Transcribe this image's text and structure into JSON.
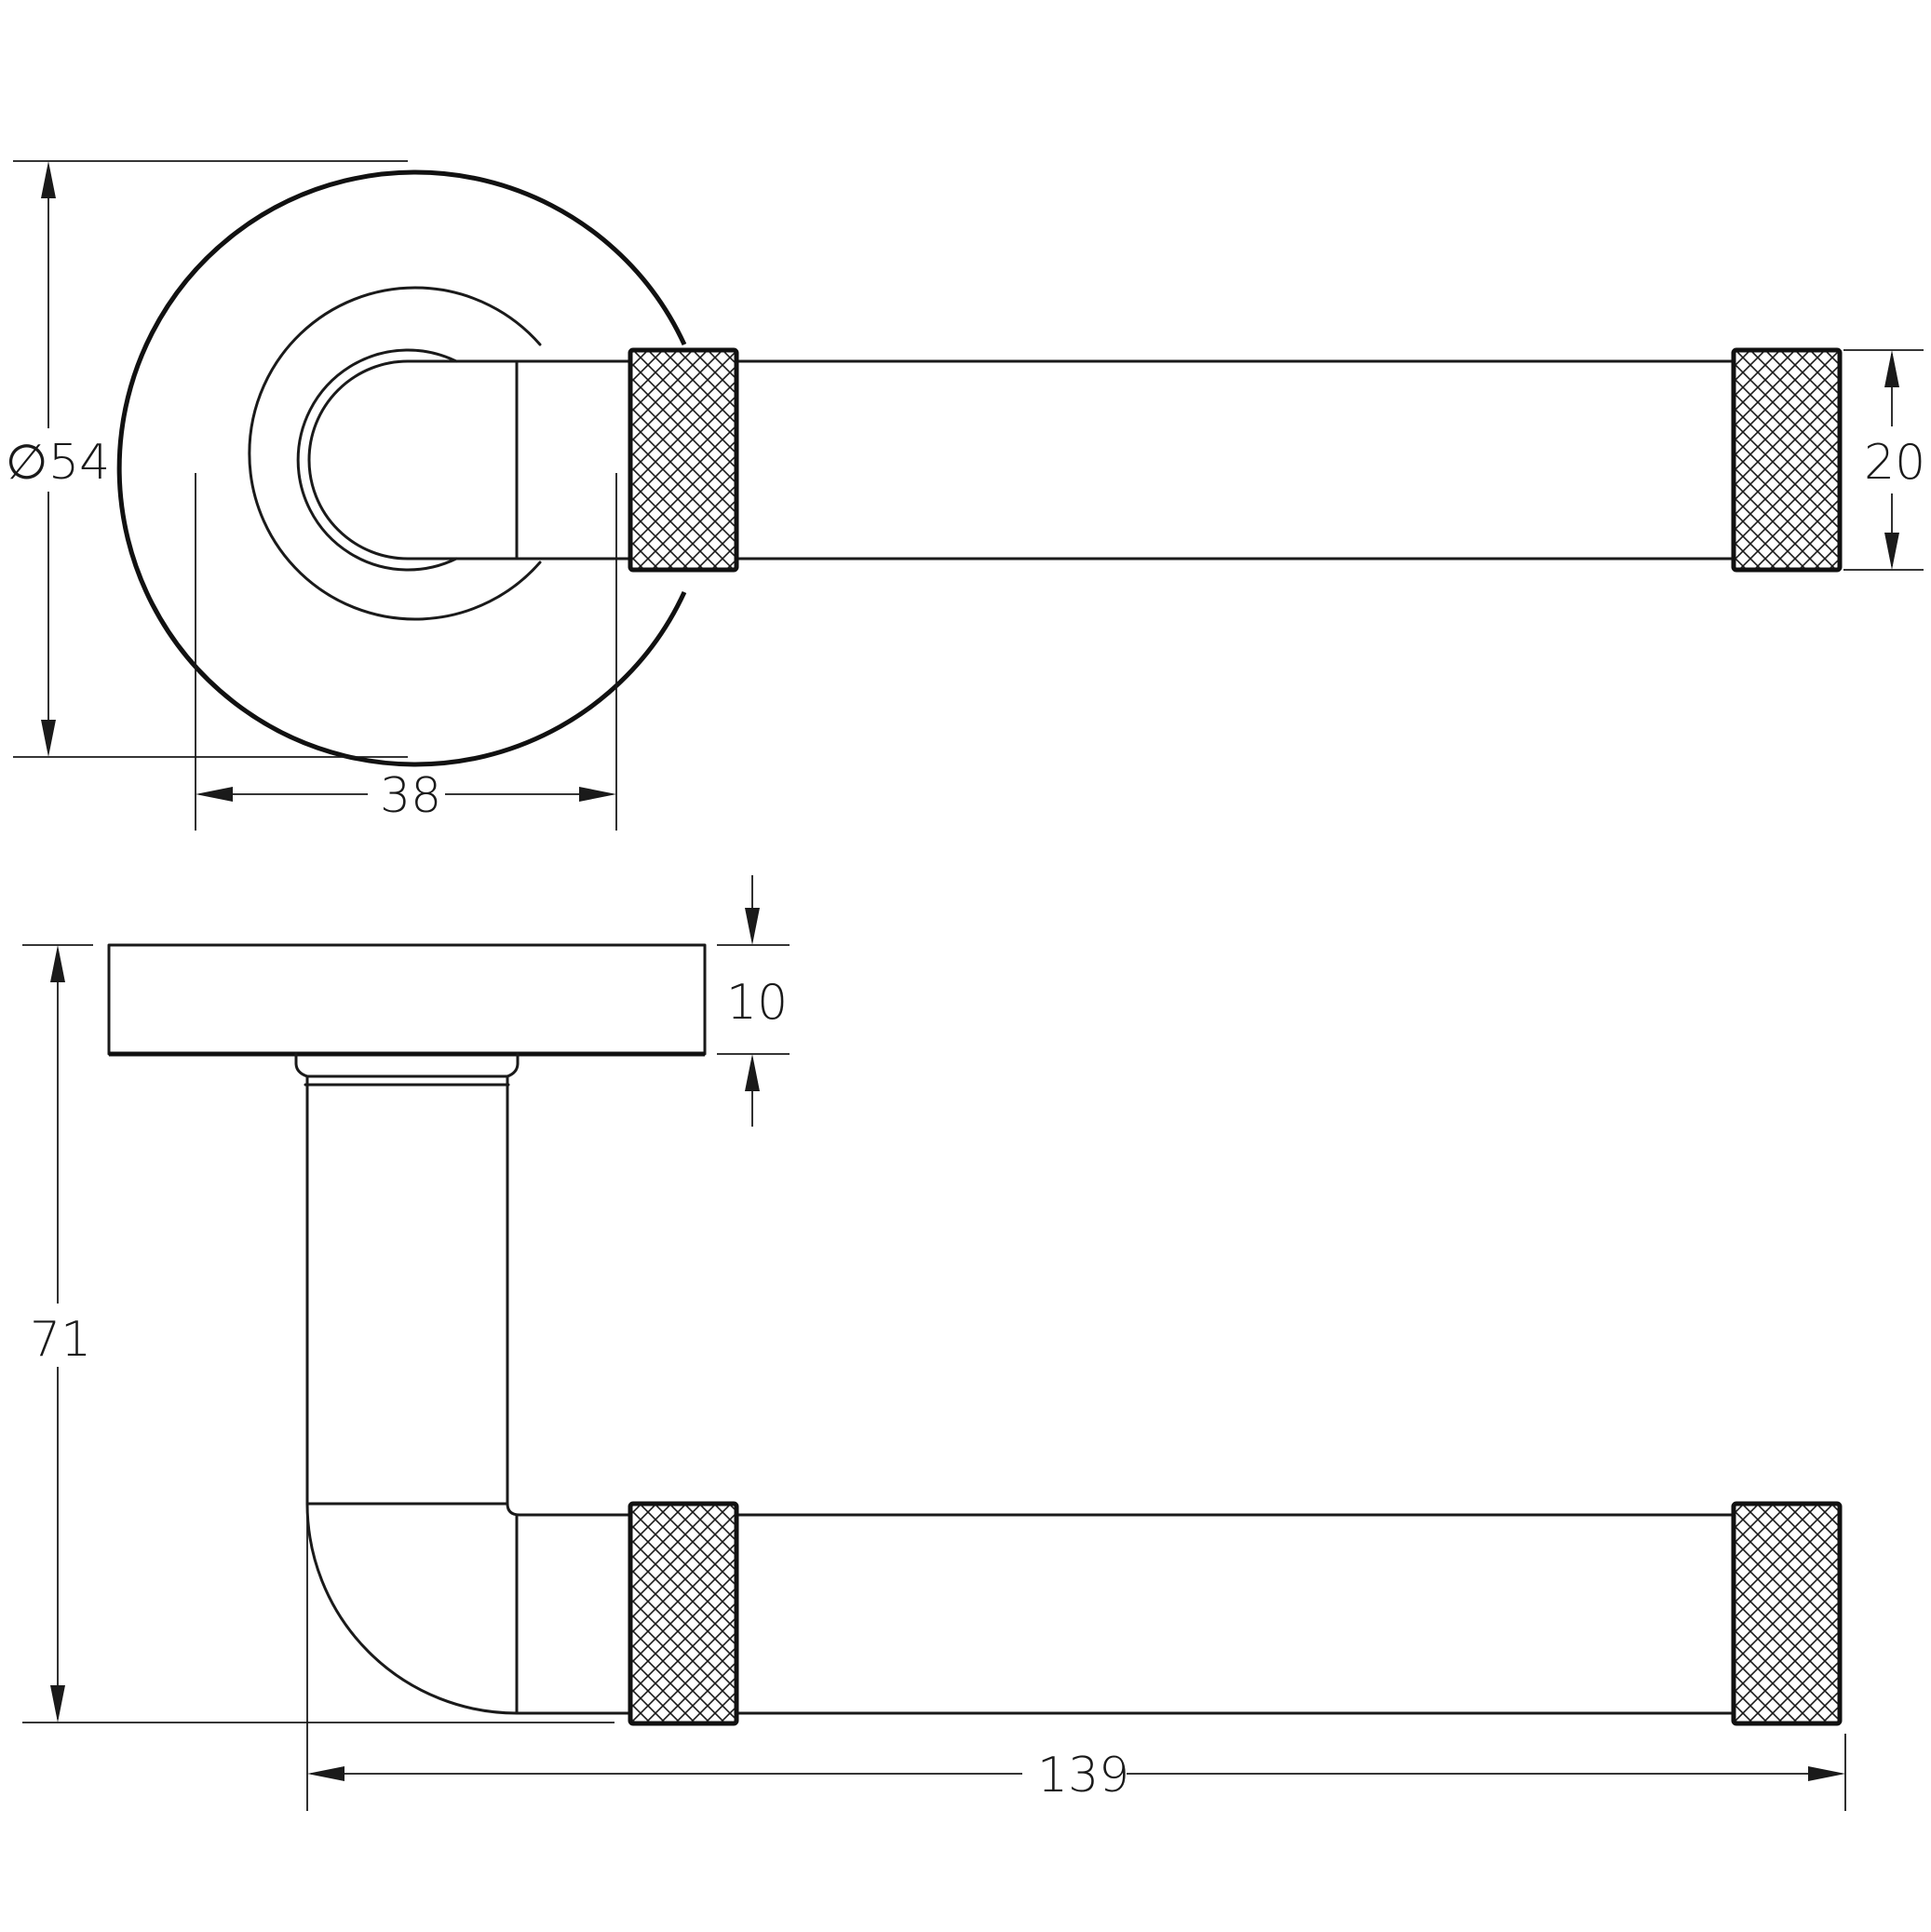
{
  "dimensions": {
    "rose_diameter": "54",
    "rose_diameter_symbol": "∅",
    "lever_to_center": "38",
    "grip_diameter": "20",
    "rose_thickness": "10",
    "projection": "71",
    "lever_length": "139"
  },
  "colors": {
    "line": "#1a1a1a",
    "background": "#ffffff"
  }
}
